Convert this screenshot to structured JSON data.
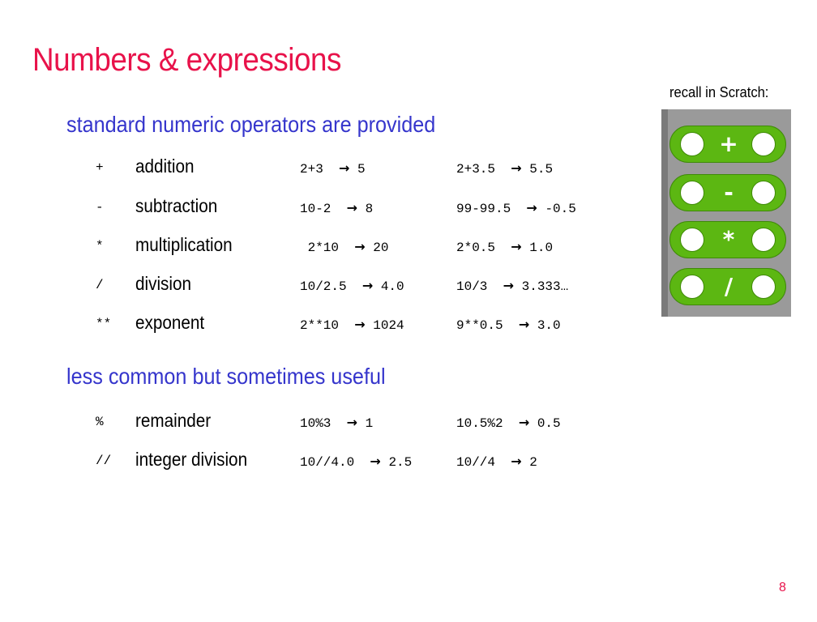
{
  "title": "Numbers & expressions",
  "recall_label": "recall in Scratch:",
  "page_number": "8",
  "sections": [
    {
      "heading": "standard numeric operators are provided",
      "rows": [
        {
          "symbol": "+",
          "name": "addition",
          "ex1_left": "2+3",
          "ex1_right": "5",
          "ex2_left": "2+3.5",
          "ex2_right": "5.5"
        },
        {
          "symbol": "-",
          "name": "subtraction",
          "ex1_left": "10-2",
          "ex1_right": "8",
          "ex2_left": "99-99.5",
          "ex2_right": "-0.5"
        },
        {
          "symbol": "*",
          "name": "multiplication",
          "ex1_left": " 2*10",
          "ex1_right": "20",
          "ex2_left": "2*0.5",
          "ex2_right": "1.0"
        },
        {
          "symbol": "/",
          "name": "division",
          "ex1_left": "10/2.5",
          "ex1_right": "4.0",
          "ex2_left": "10/3",
          "ex2_right": "3.333…"
        },
        {
          "symbol": "**",
          "name": "exponent",
          "ex1_left": "2**10",
          "ex1_right": "1024",
          "ex2_left": "9**0.5",
          "ex2_right": "3.0"
        }
      ]
    },
    {
      "heading": "less common but sometimes useful",
      "rows": [
        {
          "symbol": "%",
          "name": "remainder",
          "ex1_left": "10%3",
          "ex1_right": "1",
          "ex2_left": "10.5%2",
          "ex2_right": "0.5"
        },
        {
          "symbol": "//",
          "name": "integer division",
          "ex1_left": "10//4.0",
          "ex1_right": "2.5",
          "ex2_left": "10//4",
          "ex2_right": "2"
        }
      ]
    }
  ],
  "arrow_glyph": "→",
  "scratch_blocks": [
    {
      "op": "+"
    },
    {
      "op": "-"
    },
    {
      "op": "*"
    },
    {
      "op": "/"
    }
  ],
  "colors": {
    "title": "#e8124a",
    "heading": "#3535cc",
    "block_green": "#5cb712",
    "panel_gray": "#9a9a9a"
  }
}
